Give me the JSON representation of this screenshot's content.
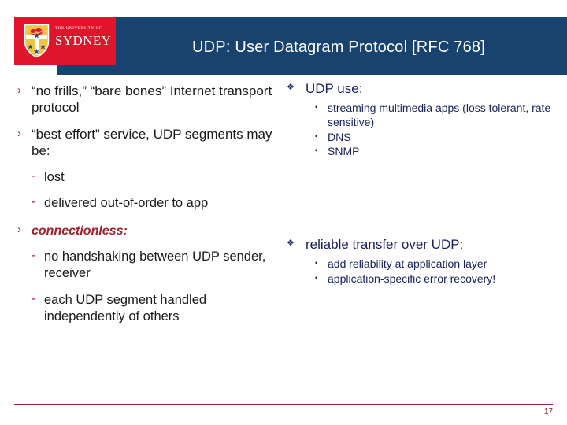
{
  "header": {
    "title": "UDP: User Datagram Protocol [RFC 768]",
    "logo": {
      "line1": "THE UNIVERSITY OF",
      "line2": "SYDNEY",
      "shield_icon": "sydney-shield-icon"
    },
    "banner_color": "#17436e",
    "logo_block_color": "#e0142a"
  },
  "left_column": {
    "bullet_marker": "›",
    "sub_marker": "-",
    "items": [
      {
        "level": 1,
        "text": "“no frills,” “bare bones” Internet transport protocol",
        "accent": false
      },
      {
        "level": 1,
        "text": "“best effort” service, UDP segments may be:",
        "accent": false
      },
      {
        "level": 2,
        "text": "lost"
      },
      {
        "level": 2,
        "text": "delivered out-of-order to app"
      },
      {
        "level": 1,
        "text": "connectionless:",
        "accent": true
      },
      {
        "level": 2,
        "text": "no handshaking between UDP sender, receiver"
      },
      {
        "level": 2,
        "text": "each UDP segment handled independently of others"
      }
    ]
  },
  "right_column": {
    "bullet_marker": "❖",
    "sub_marker": "▪",
    "groups": [
      {
        "heading": "UDP use:",
        "items": [
          "streaming multimedia apps (loss tolerant, rate sensitive)",
          "DNS",
          "SNMP"
        ]
      },
      {
        "heading": "reliable transfer over UDP:",
        "items": [
          "add reliability at application layer",
          "application-specific error recovery!"
        ]
      }
    ]
  },
  "footer": {
    "page_number": "17",
    "rule_color": "#8d2230"
  },
  "colors": {
    "navy": "#17436e",
    "text_navy": "#16205e",
    "red": "#e0142a",
    "maroon": "#8d2230",
    "accent_red": "#a01f2d"
  }
}
